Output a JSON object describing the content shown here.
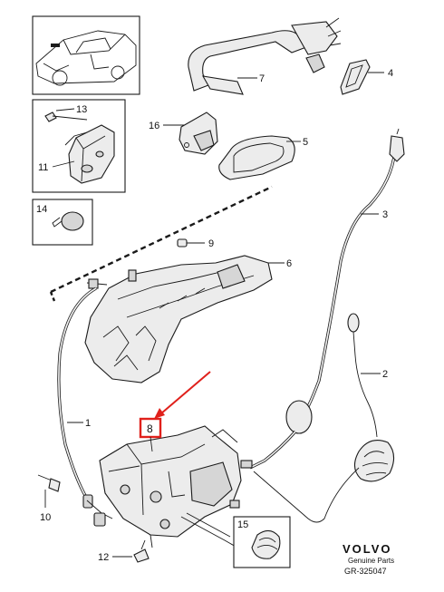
{
  "callouts": {
    "c1": "1",
    "c2": "2",
    "c3": "3",
    "c4": "4",
    "c5": "5",
    "c6": "6",
    "c7": "7",
    "c8": "8",
    "c9": "9",
    "c10": "10",
    "c11": "11",
    "c12": "12",
    "c13": "13",
    "c14": "14",
    "c15": "15",
    "c16": "16"
  },
  "brand": {
    "logo": "VOLVO",
    "subtitle": "Genuine Parts",
    "ref": "GR-325047"
  },
  "highlight": {
    "color": "#e0201b",
    "callout": "8"
  }
}
